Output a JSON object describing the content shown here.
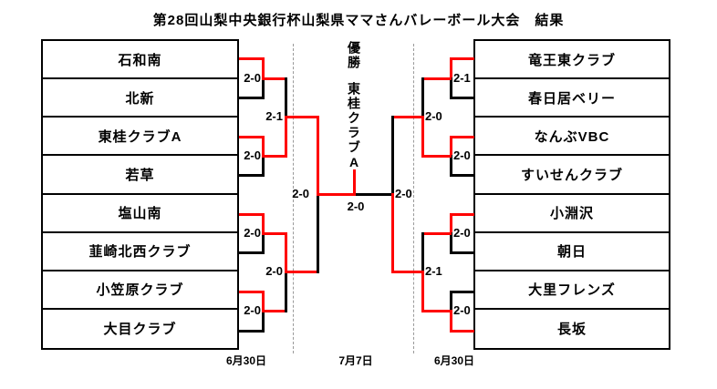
{
  "title": "第28回山梨中央銀行杯山梨県ママさんバレーボール大会　結果",
  "champion": {
    "label": "優勝",
    "name": "東桂クラブA"
  },
  "dates": {
    "left": "6月30日",
    "center": "7月7日",
    "right": "6月30日"
  },
  "colors": {
    "winner": "#ff0000",
    "line": "#000000",
    "divider": "#9a9a9a",
    "text": "#000000",
    "bg": "#ffffff"
  },
  "left": {
    "teams": [
      "石和南",
      "北新",
      "東桂クラブA",
      "若草",
      "塩山南",
      "韮崎北西クラブ",
      "小笠原クラブ",
      "大目クラブ"
    ],
    "round1": [
      {
        "score": "2-0",
        "winner": "石和南"
      },
      {
        "score": "2-0",
        "winner": "東桂クラブA"
      },
      {
        "score": "2-0",
        "winner": "塩山南"
      },
      {
        "score": "2-0",
        "winner": "小笠原クラブ"
      }
    ],
    "round2": [
      {
        "score": "2-1",
        "winner": "東桂クラブA"
      },
      {
        "score": "2-0",
        "winner": "塩山南"
      }
    ],
    "semifinal": {
      "score": "2-0",
      "winner": "東桂クラブA"
    }
  },
  "right": {
    "teams": [
      "竜王東クラブ",
      "春日居ベリー",
      "なんぶVBC",
      "すいせんクラブ",
      "小淵沢",
      "朝日",
      "大里フレンズ",
      "長坂"
    ],
    "round1": [
      {
        "score": "2-1",
        "winner": "竜王東クラブ"
      },
      {
        "score": "2-0",
        "winner": "なんぶVBC"
      },
      {
        "score": "2-0",
        "winner": "小淵沢"
      },
      {
        "score": "2-0",
        "winner": "長坂"
      }
    ],
    "round2": [
      {
        "score": "2-0",
        "winner": "なんぶVBC"
      },
      {
        "score": "2-1",
        "winner": "長坂"
      }
    ],
    "semifinal": {
      "score": "2-0",
      "winner": "長坂"
    }
  },
  "final": {
    "score": "2-0",
    "winner": "東桂クラブA"
  }
}
